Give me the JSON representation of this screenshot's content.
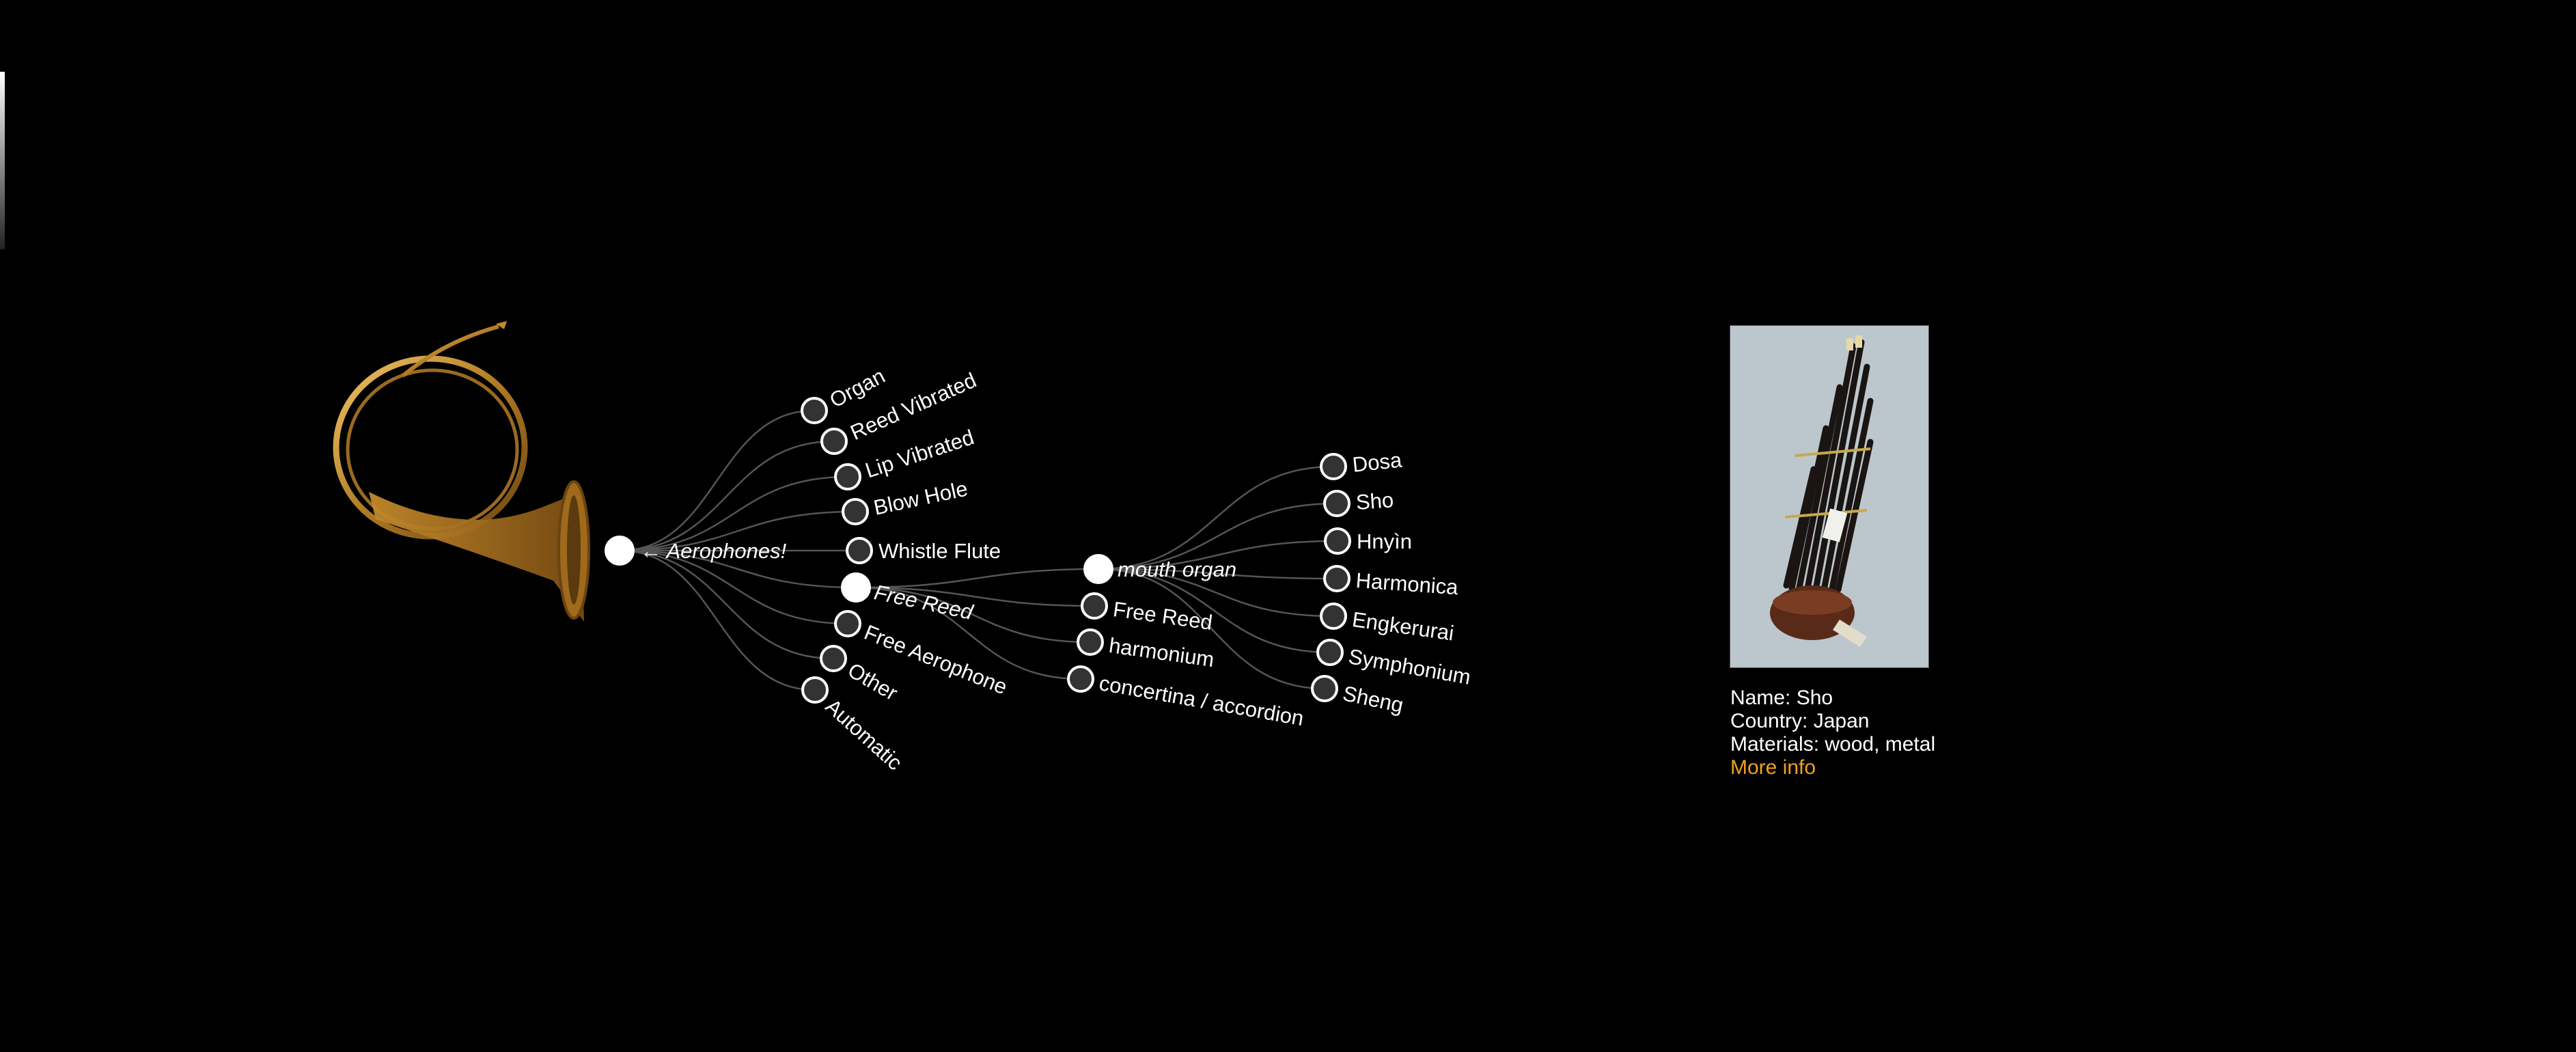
{
  "root": {
    "label": "← Aerophones!"
  },
  "level1": [
    {
      "label": "Organ",
      "expanded": false
    },
    {
      "label": "Reed Vibrated",
      "expanded": false
    },
    {
      "label": "Lip Vibrated",
      "expanded": false
    },
    {
      "label": "Blow Hole",
      "expanded": false
    },
    {
      "label": "Whistle Flute",
      "expanded": false
    },
    {
      "label": "Free Reed",
      "expanded": true
    },
    {
      "label": "Free Aerophone",
      "expanded": false
    },
    {
      "label": "Other",
      "expanded": false
    },
    {
      "label": "Automatic",
      "expanded": false
    }
  ],
  "level2": [
    {
      "label": "mouth organ",
      "expanded": true
    },
    {
      "label": "Free Reed",
      "expanded": false
    },
    {
      "label": "harmonium",
      "expanded": false
    },
    {
      "label": "concertina / accordion",
      "expanded": false
    }
  ],
  "level3": [
    {
      "label": "Dosa"
    },
    {
      "label": "Sho"
    },
    {
      "label": "Hnyìn"
    },
    {
      "label": "Harmonica"
    },
    {
      "label": "Engkerurai"
    },
    {
      "label": "Symphonium"
    },
    {
      "label": "Sheng"
    }
  ],
  "info": {
    "name": "Name: Sho",
    "country": "Country: Japan",
    "materials": "Materials: wood, metal",
    "more": "More info"
  },
  "colors": {
    "background": "#000000",
    "link": "#555555",
    "node_fill": "#333333",
    "node_stroke": "#ffffff",
    "expanded_fill": "#ffffff",
    "more_info": "#f0a020"
  },
  "icons": {
    "hero": "french-horn-illustration",
    "photo": "sho-instrument-photo"
  }
}
